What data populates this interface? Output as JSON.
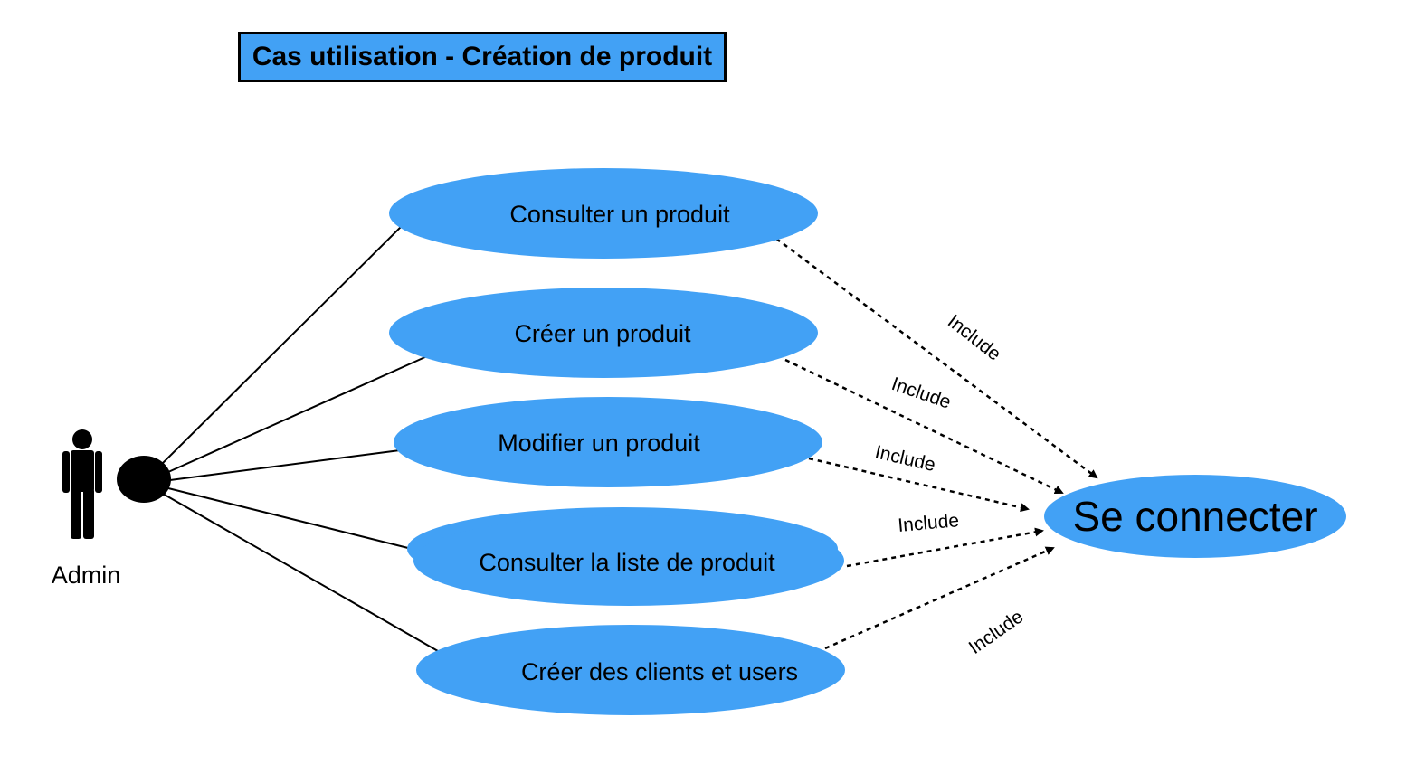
{
  "diagram": {
    "title": "Cas utilisation - Création de produit",
    "actor": {
      "label": "Admin",
      "icon": "person-icon"
    },
    "use_cases": [
      {
        "id": "consulter",
        "label": "Consulter un produit"
      },
      {
        "id": "creer",
        "label": "Créer un produit"
      },
      {
        "id": "modifier",
        "label": "Modifier un produit"
      },
      {
        "id": "liste",
        "label": "Consulter la liste de produit"
      },
      {
        "id": "clients",
        "label": "Créer des clients et users"
      }
    ],
    "target_use_case": {
      "id": "connecter",
      "label": "Se connecter"
    },
    "include_labels": [
      "Include",
      "Include",
      "Include",
      "Include",
      "Include"
    ]
  },
  "colors": {
    "use_case_fill": "#42a1f5",
    "title_fill": "#42a1f5",
    "line": "#000000"
  }
}
